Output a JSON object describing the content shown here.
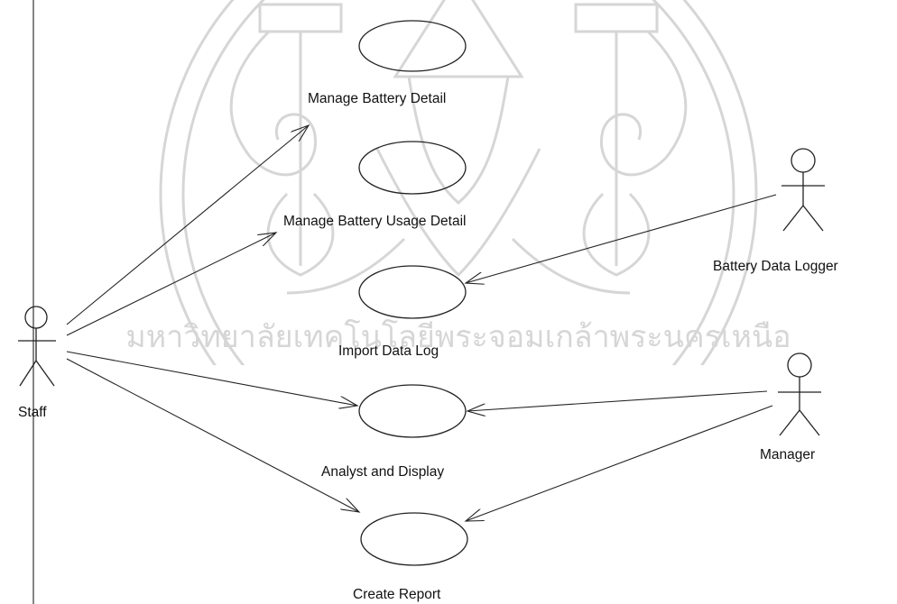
{
  "diagram": {
    "use_cases": {
      "manage_battery_detail": "Manage Battery Detail",
      "manage_battery_usage_detail": "Manage Battery Usage Detail",
      "import_data_log": "Import Data Log",
      "analyst_and_display": "Analyst and Display",
      "create_report": "Create Report"
    },
    "actors": {
      "staff": "Staff",
      "battery_data_logger": "Battery Data Logger",
      "manager": "Manager"
    }
  },
  "watermark": {
    "seal_text": "มหาวิทยาลัยเทคโนโลยีพระจอมเกล้าพระนครเหนือ",
    "color": "#d6d6d6"
  },
  "colors": {
    "line": "#222222",
    "background": "#ffffff"
  }
}
